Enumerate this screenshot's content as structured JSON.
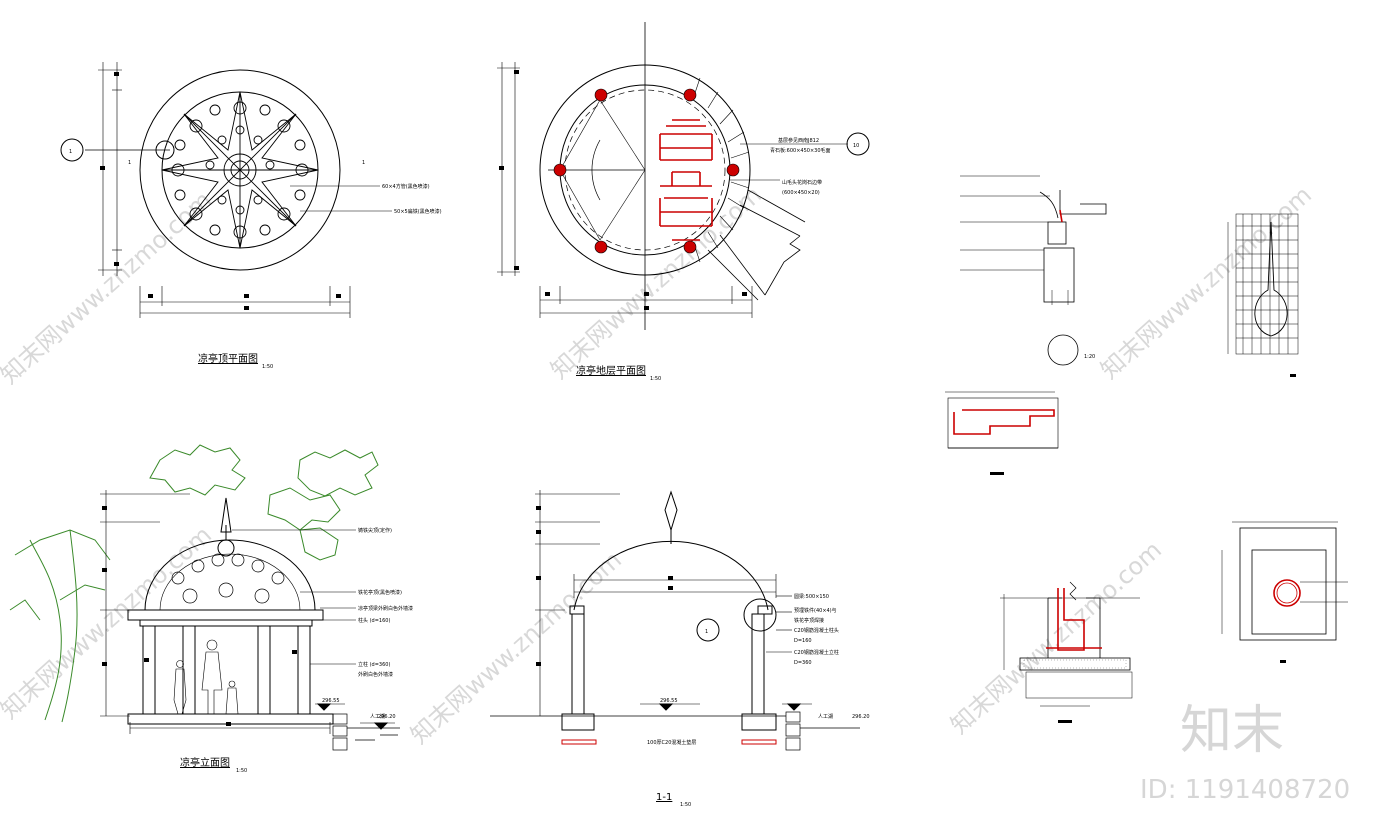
{
  "sheet": {
    "stroke_color": "#000000",
    "highlight_color": "#cc0000",
    "tree_color": "#3a8a2a",
    "watermark_color": "#d8d8d8"
  },
  "views": {
    "roof_plan": {
      "title": "凉亭顶平面图",
      "scale": "1:50",
      "section_mark": "1",
      "cut_label": "1"
    },
    "floor_plan": {
      "title": "凉亭地层平面图",
      "scale": "1:50",
      "section_mark": "10"
    },
    "elevation": {
      "title": "凉亭立面图",
      "scale": "1:50",
      "level_top": "296.55",
      "level_ground": "296.20",
      "ground_label": "人工湖"
    },
    "section": {
      "title": "1-1",
      "scale": "1:50",
      "section_mark": "1",
      "level_top": "296.55",
      "level_ground": "296.20",
      "ground_label": "人工湖",
      "base_note": "100厚C20混凝土垫层"
    },
    "detail_circle": {
      "scale": "1:20"
    }
  },
  "annotations": {
    "roof_plan": [
      "60×4方管(黑色喷漆)",
      "50×5扁铁(黑色喷漆)"
    ],
    "floor_plan": [
      "基层参见西南J812",
      "青石板:600×450×30毛面",
      "山毛头花岗石边带",
      "(600×450×20)"
    ],
    "elevation": [
      "铸铁尖顶(定作)",
      "铁花亭顶(黑色喷漆)",
      "凉亭顶梁外刷白色外墙漆",
      "柱头 (d=160)",
      "立柱 (d=360)",
      "外刷白色外墙漆"
    ],
    "section": [
      "圆梁:500×150",
      "预埋铁件(40×4)与",
      "铁花亭顶焊接",
      "C20钢筋混凝土柱头",
      "D=160",
      "C20钢筋混凝土立柱",
      "D=360"
    ]
  },
  "watermark": {
    "text": "知末网www.znzmo.com",
    "logo": "知末",
    "id": "ID: 1191408720"
  }
}
